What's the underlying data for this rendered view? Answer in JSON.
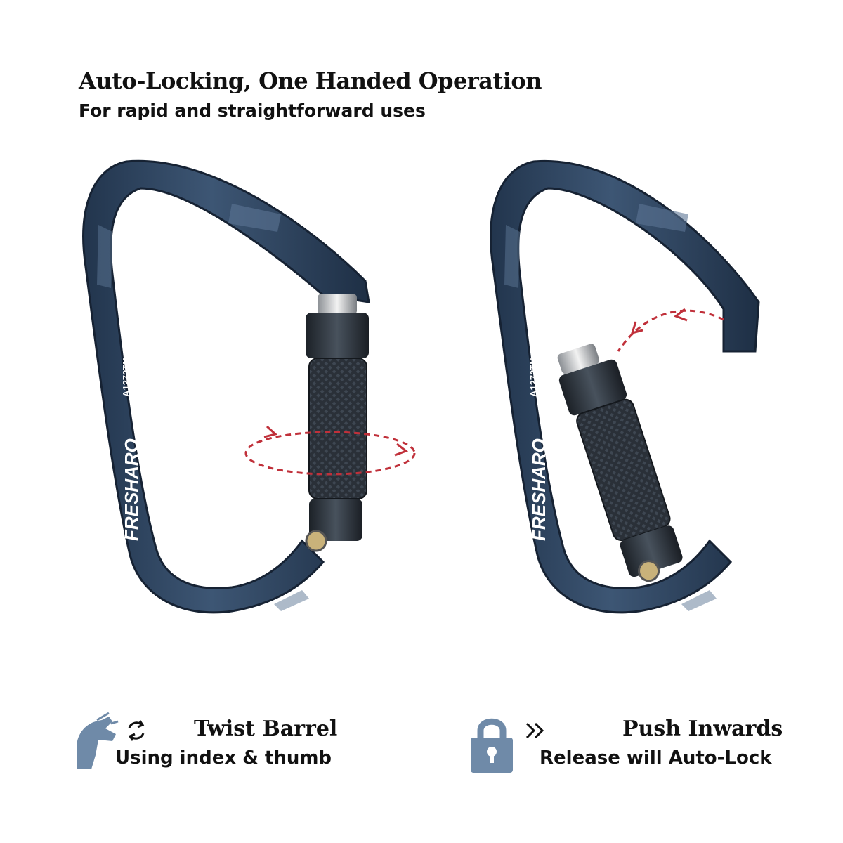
{
  "header": {
    "title": "Auto-Locking, One Handed Operation",
    "subtitle": "For rapid and straightforward uses"
  },
  "carabiners": {
    "brand_logo": "FRESHARO",
    "model_code": "A1272TN",
    "body_color": "#2f4560",
    "barrel_color": "#2a2f36",
    "arrow_color": "#c0303a"
  },
  "left_caption": {
    "title": "Twist Barrel",
    "subtitle": "Using index & thumb",
    "icons": [
      "hand-icon",
      "rotate-icon"
    ]
  },
  "right_caption": {
    "title": "Push Inwards",
    "subtitle": "Release will Auto-Lock",
    "icons": [
      "padlock-icon",
      "push-inwards-icon"
    ]
  },
  "icon_color": "#6f8aa8"
}
